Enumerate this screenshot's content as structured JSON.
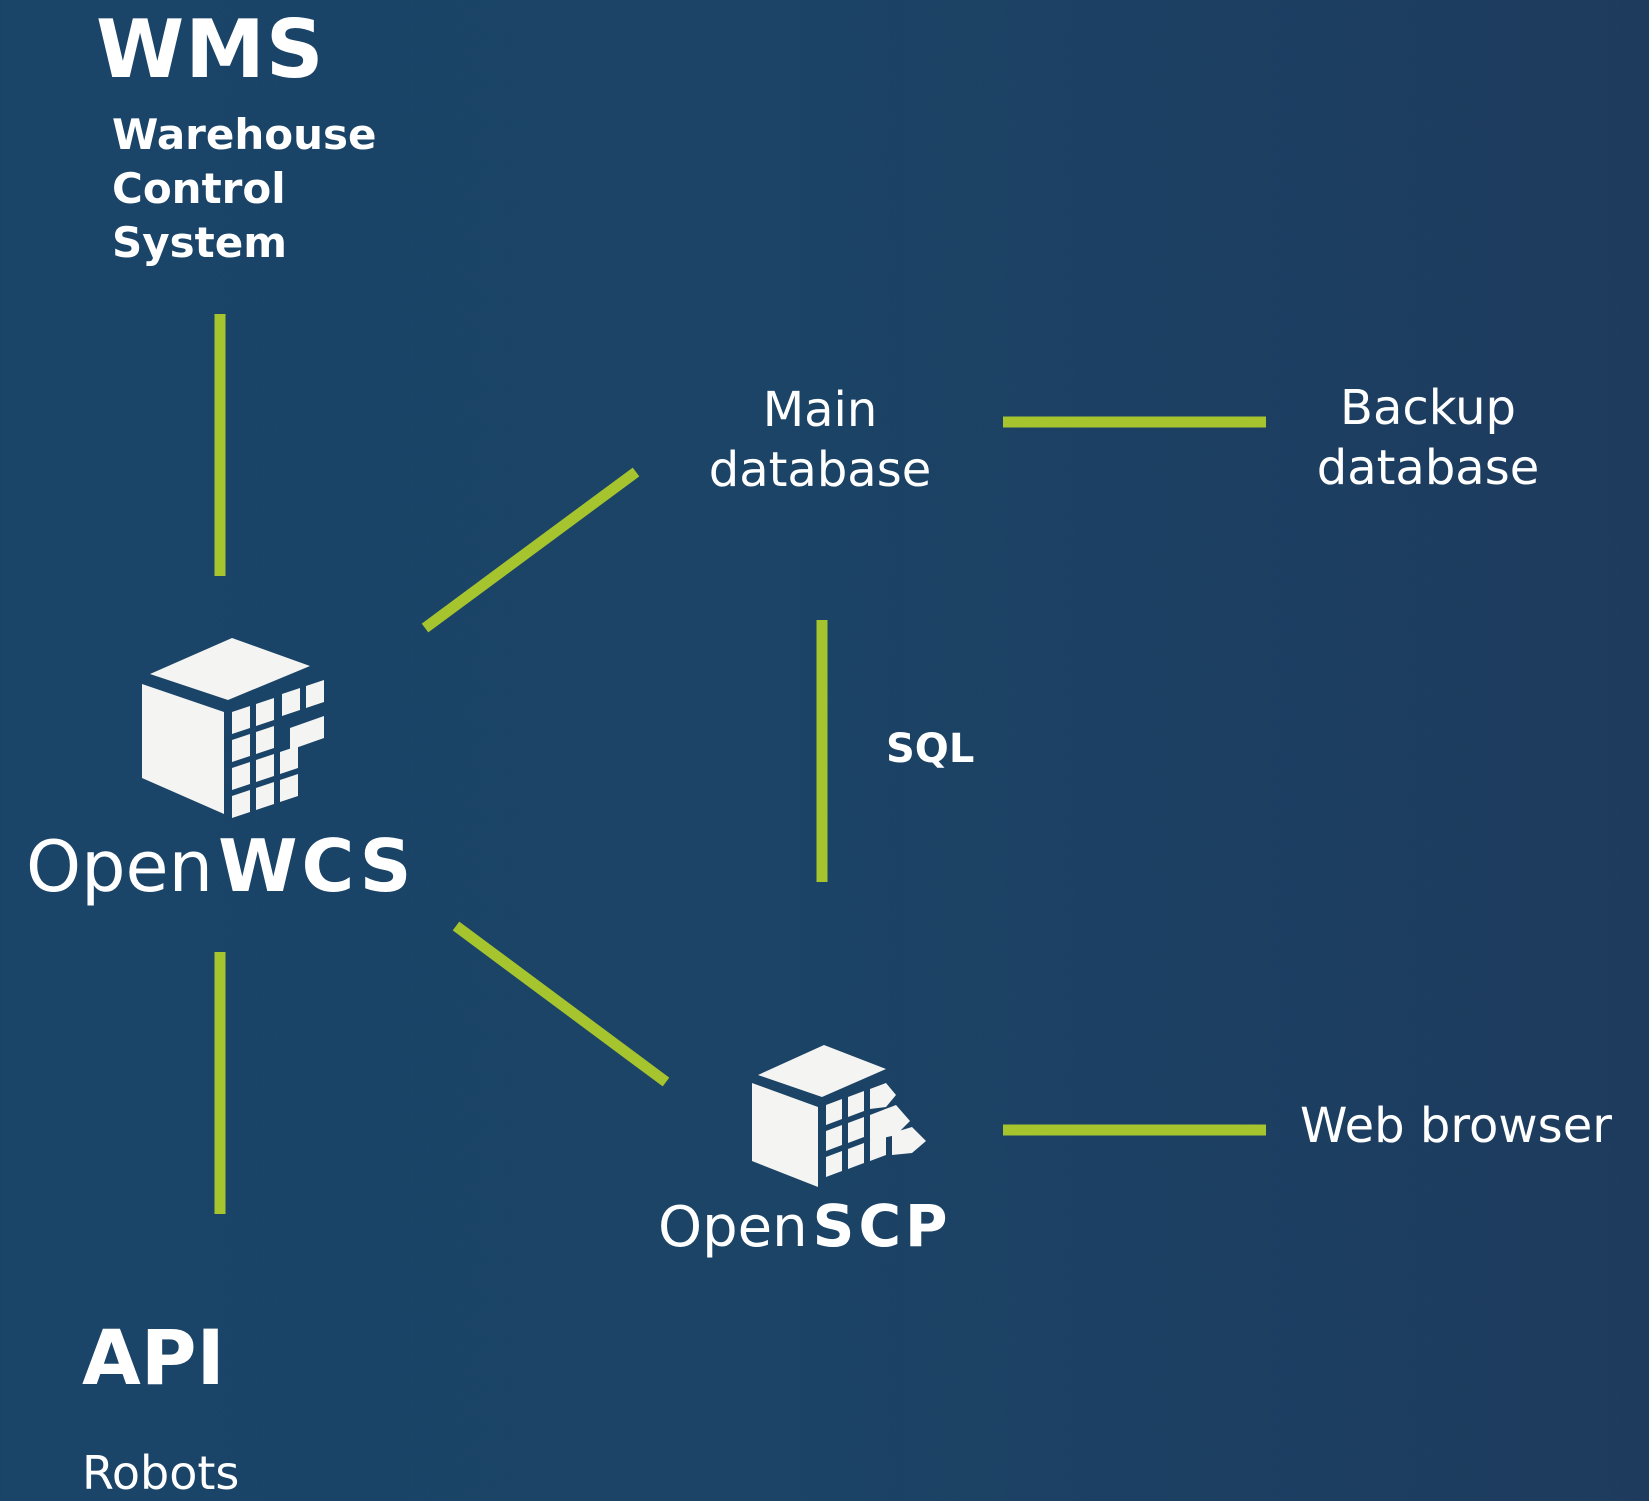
{
  "wms": {
    "title": "WMS",
    "subtitle_lines": [
      "Warehouse",
      "Control",
      "System"
    ]
  },
  "wcs_logo": {
    "icon": "cube-grid-icon",
    "open": "Open",
    "brand": "WCS"
  },
  "main_db": {
    "lines": [
      "Main",
      "database"
    ]
  },
  "backup_db": {
    "lines": [
      "Backup",
      "database"
    ]
  },
  "sql_label": "SQL",
  "scp_logo": {
    "icon": "cube-steps-icon",
    "open": "Open",
    "brand": "SCP"
  },
  "web_browser": "Web browser",
  "api": {
    "title": "API",
    "subtitle": "Robots"
  },
  "colors": {
    "background": "#1b4466",
    "connector": "#a6c42d",
    "text": "#ffffff",
    "logo": "#f4f4f2"
  }
}
